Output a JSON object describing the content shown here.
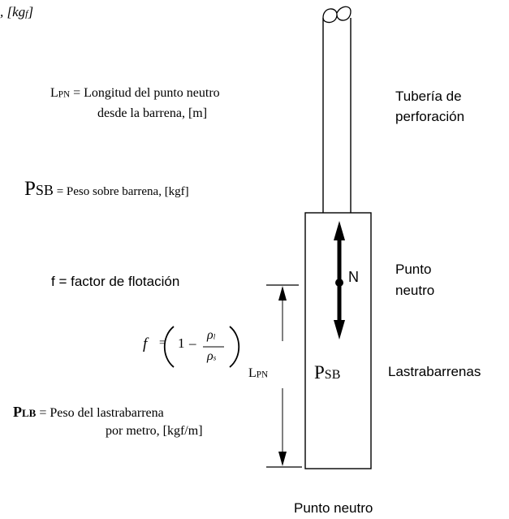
{
  "top_fragment": ", [kg",
  "top_fragment_sub": "f",
  "top_fragment_end": "]",
  "labels": {
    "lpn_def": {
      "sym": "L",
      "sym_sub": "PN",
      "line1": " = Longitud del punto neutro",
      "line2": "desde la barrena, [m]"
    },
    "psb_def": {
      "sym": "P",
      "sym_sub": "SB",
      "text": " = Peso sobre barrena, [kgf]"
    },
    "f_def": "f = factor de flotación",
    "formula": {
      "lhs": "f",
      "eq": "=",
      "one": "1",
      "minus": "–",
      "num": "ρ",
      "num_sub": "l",
      "den": "ρ",
      "den_sub": "s"
    },
    "plb_def": {
      "sym": "P",
      "sym_sub": "LB",
      "line1": " = Peso del lastrabarrena",
      "line2": "por metro, [kgf/m]"
    },
    "tuberia": [
      "Tubería de",
      "perforación"
    ],
    "punto_neutro_right": [
      "Punto",
      "neutro"
    ],
    "lastrabarrenas": "Lastrabarrenas",
    "punto_neutro_bottom": "Punto neutro",
    "n_label": "N",
    "lpn_dim": {
      "sym": "L",
      "sym_sub": "PN"
    },
    "psb_inside": {
      "sym": "P",
      "sym_sub": "SB"
    }
  }
}
